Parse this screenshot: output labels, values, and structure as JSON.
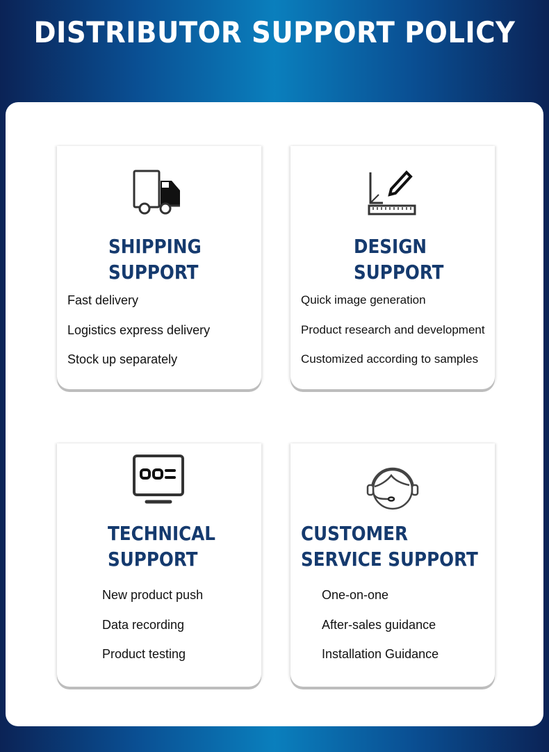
{
  "page_title": "DISTRIBUTOR SUPPORT POLICY",
  "cards": [
    {
      "icon": "truck-icon",
      "title_lines": [
        "SHIPPING",
        "SUPPORT"
      ],
      "items": [
        "Fast delivery",
        "Logistics express delivery",
        "Stock up separately"
      ]
    },
    {
      "icon": "ruler-pen-icon",
      "title_lines": [
        "DESIGN",
        "SUPPORT"
      ],
      "items": [
        "Quick image generation",
        "Product research and development",
        "Customized according to samples"
      ]
    },
    {
      "icon": "monitor-icon",
      "title_lines": [
        "TECHNICAL",
        "SUPPORT"
      ],
      "items": [
        "New product push",
        "Data recording",
        "Product testing"
      ]
    },
    {
      "icon": "headset-agent-icon",
      "title_lines": [
        "CUSTOMER",
        "SERVICE SUPPORT"
      ],
      "items": [
        "One-on-one",
        "After-sales guidance",
        "Installation Guidance"
      ]
    }
  ],
  "colors": {
    "title_navy": "#153a6e",
    "background_blue": "#0a7fbd",
    "background_dark": "#0b2356"
  }
}
